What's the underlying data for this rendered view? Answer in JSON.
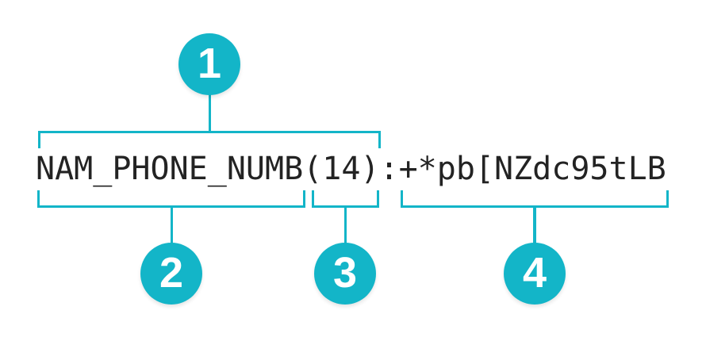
{
  "diagram": {
    "record_string": {
      "full": "NAM_PHONE_NUMB(14):+*pb[NZdc95tLB",
      "field_name": "NAM_PHONE_NUMB",
      "field_length": "(14)",
      "separator": ":",
      "field_value": "+*pb[NZdc95tLB"
    },
    "callouts": {
      "one": "1",
      "two": "2",
      "three": "3",
      "four": "4"
    },
    "colors": {
      "accent": "#13b5c8",
      "text": "#232323",
      "background": "#ffffff"
    }
  }
}
